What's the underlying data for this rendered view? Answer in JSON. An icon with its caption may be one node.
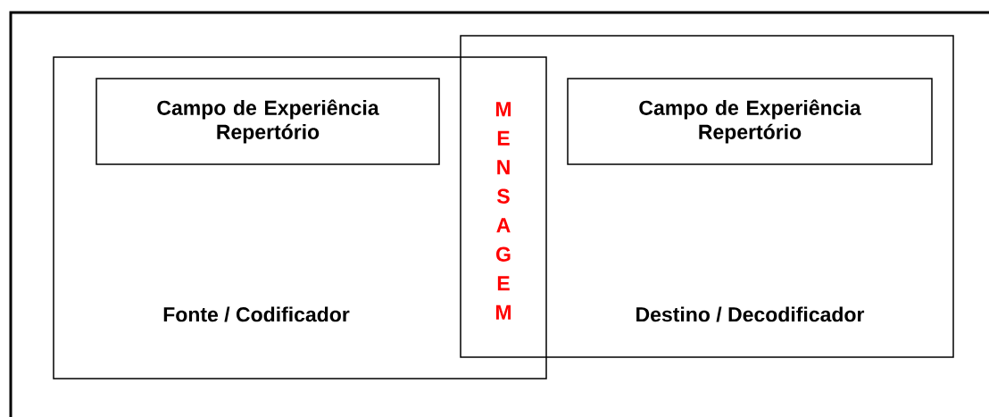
{
  "diagram": {
    "nodes": [
      {
        "text": [
          "Fonte / Codificador"
        ]
      },
      {
        "text": [
          "Campo de Experiência Repertório"
        ],
        "in": 0
      },
      {
        "text": [
          "Destino / Decodificador"
        ]
      },
      {
        "text": [
          "Campo de Experiência Repertório"
        ],
        "in": 2
      }
    ],
    "labels": [
      "MENSAGEM"
    ]
  }
}
